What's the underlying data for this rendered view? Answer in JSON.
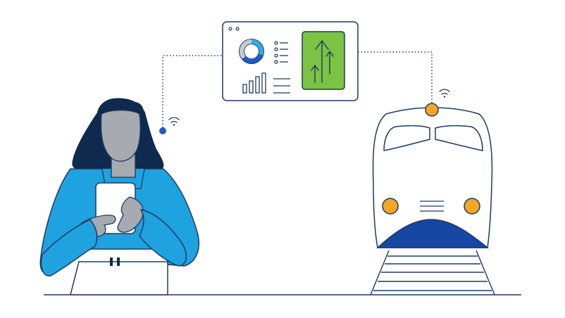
{
  "colors": {
    "navy": "#1e3a5f",
    "hair": "#0e2a4e",
    "skin": "#a7aab1",
    "sweater": "#1fa2e0",
    "accent_green": "#7cc243",
    "accent_orange": "#f6a623",
    "train_blue": "#1547a3",
    "dot_blue": "#1f5bc2",
    "donut_light": "#c8ccd2",
    "donut_blue": "#1f5bc2",
    "donut_teal": "#2cb0e3"
  },
  "icons": [
    "woman-with-tablet",
    "wifi-icon",
    "dashboard-window",
    "donut-chart-icon",
    "bar-chart-icon",
    "list-icon",
    "upward-arrows-icon",
    "train-front",
    "railway-track"
  ]
}
